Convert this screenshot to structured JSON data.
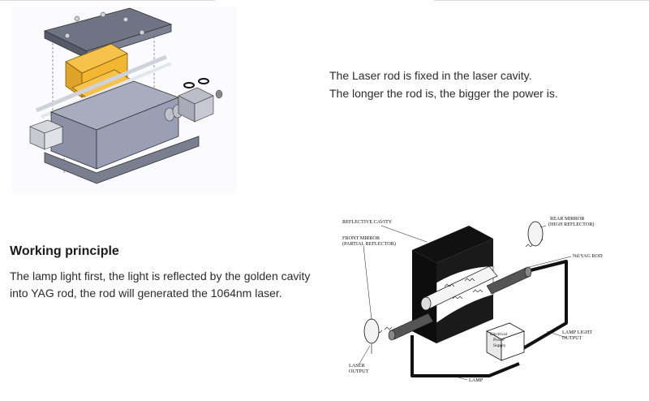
{
  "caption": {
    "line1": "The Laser rod is fixed in the laser cavity.",
    "line2": "The longer the rod is, the bigger the power is."
  },
  "section": {
    "heading": "Working principle",
    "line1": "The lamp light first, the light is reflected by the golden cavity",
    "line2": "into YAG rod,  the rod will generated the 1064nm laser."
  },
  "diagram": {
    "reflective_cavity": "REFLECTIVE CAVITY",
    "front_mirror_1": "FRONT MIRROR",
    "front_mirror_2": "(PARTIAL REFLECTOR)",
    "rear_mirror_1": "REAR MIRROR",
    "rear_mirror_2": "(HIGH REFLECTOR)",
    "nd_yag_rod": "Nd:YAG ROD",
    "lamp_light_1": "LAMP LIGHT",
    "lamp_light_2": "OUTPUT",
    "laser_output_1": "LASER",
    "laser_output_2": "OUTPUT",
    "lamp": "LAMP",
    "power_supply_1": "Electrical",
    "power_supply_2": "Power",
    "power_supply_3": "Supply"
  },
  "colors": {
    "cavity_gold": "#f2b632",
    "housing_gray": "#8c91a8",
    "plate_gray": "#6f7383"
  }
}
